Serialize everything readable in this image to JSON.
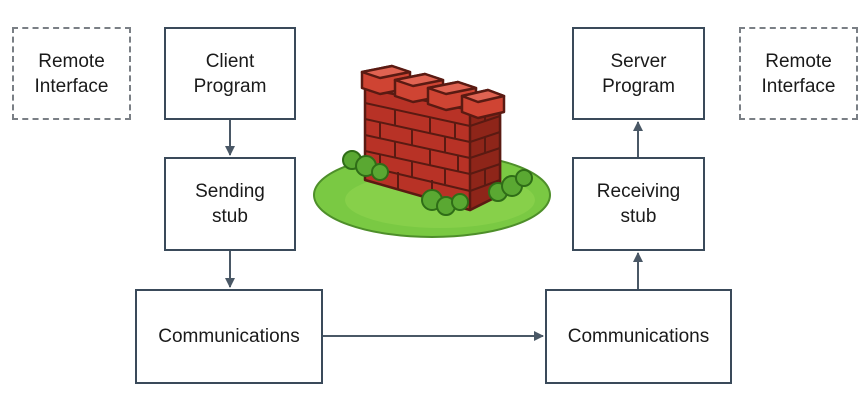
{
  "left": {
    "remote_interface": "Remote\nInterface",
    "program": "Client\nProgram",
    "stub": "Sending\nstub",
    "communications": "Communications"
  },
  "right": {
    "remote_interface": "Remote\nInterface",
    "program": "Server\nProgram",
    "stub": "Receiving\nstub",
    "communications": "Communications"
  },
  "colors": {
    "border": "#3a4a5a",
    "dashed_border": "#7a7f85",
    "arrow": "#4a5866",
    "brick": "#c0392b",
    "grass": "#7ac943"
  },
  "icons": {
    "firewall": "brick-wall-icon"
  }
}
